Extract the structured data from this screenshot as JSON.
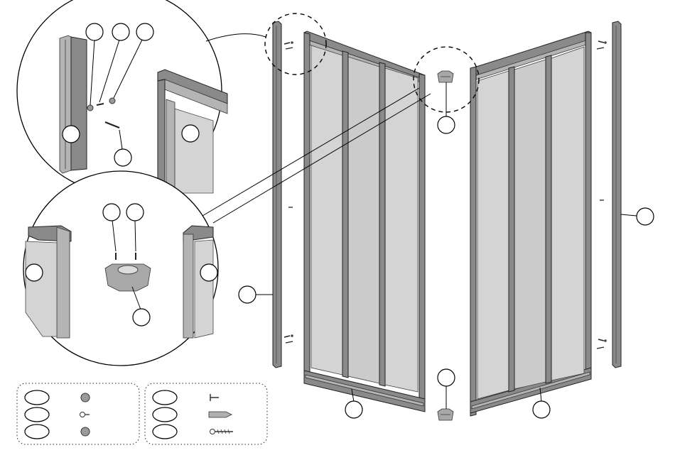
{
  "figure": {
    "callouts": [
      "top-right-corner-detail",
      "panel-join-detail"
    ],
    "parts_boxes": [
      {
        "rows": 3,
        "items": [
          "cap-nut",
          "screw",
          "cap-nut"
        ]
      },
      {
        "rows": 3,
        "items": [
          "short-screw",
          "wall-plug",
          "long-screw"
        ]
      }
    ],
    "labels_text": ""
  }
}
